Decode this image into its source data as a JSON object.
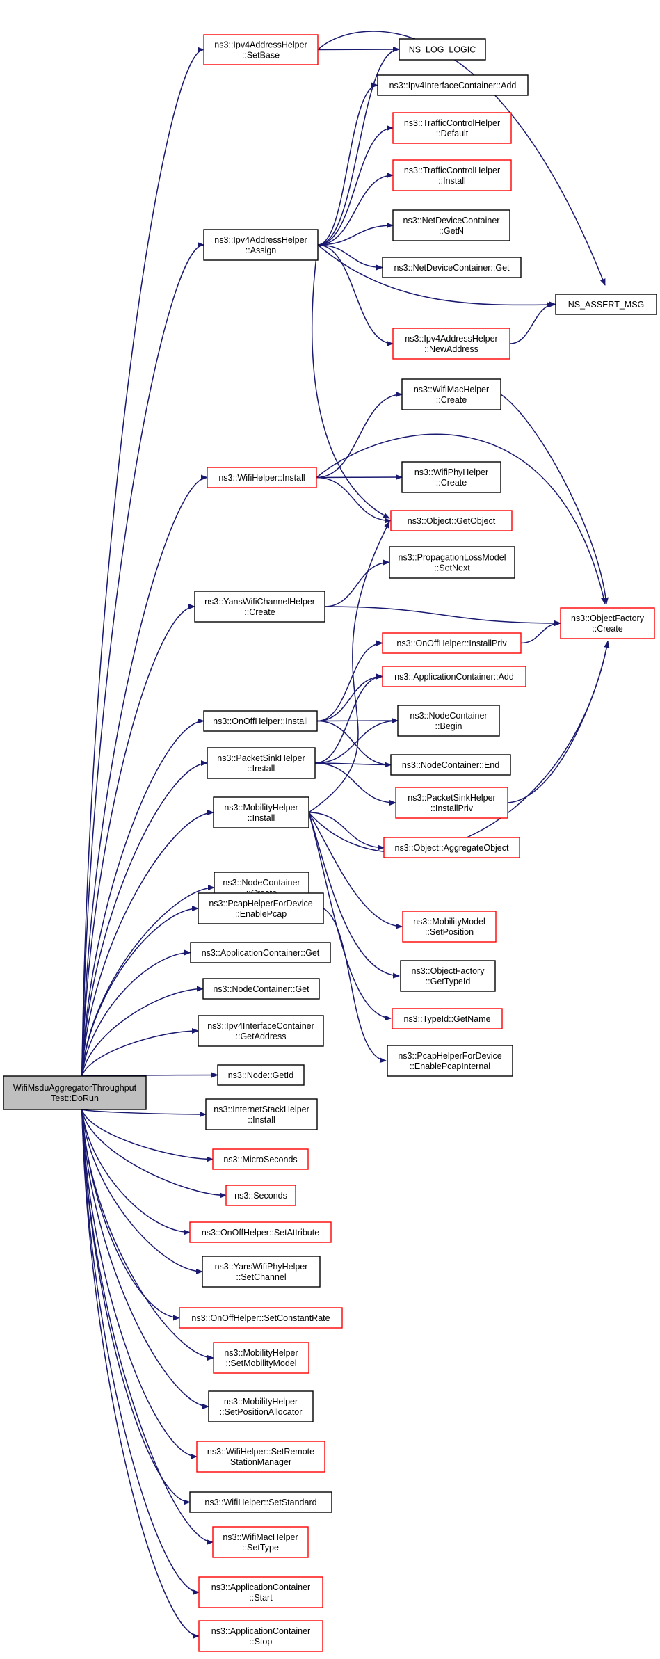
{
  "colors": {
    "edge": "#191970",
    "node_border_black": "#000000",
    "node_border_red": "#ff0000",
    "root_fill": "#bfbfbf",
    "node_fill": "#ffffff"
  },
  "root": {
    "lines": [
      "WifiMsduAggregatorThroughput",
      "Test::DoRun"
    ]
  },
  "nodes": [
    {
      "id": "ipv4_setbase",
      "lines": [
        "ns3::Ipv4AddressHelper",
        "::SetBase"
      ],
      "border": "red"
    },
    {
      "id": "ns_log_logic",
      "lines": [
        "NS_LOG_LOGIC"
      ],
      "border": "black"
    },
    {
      "id": "ipv4ic_add",
      "lines": [
        "ns3::Ipv4InterfaceContainer::Add"
      ],
      "border": "black"
    },
    {
      "id": "tch_default",
      "lines": [
        "ns3::TrafficControlHelper",
        "::Default"
      ],
      "border": "red"
    },
    {
      "id": "tch_install",
      "lines": [
        "ns3::TrafficControlHelper",
        "::Install"
      ],
      "border": "red"
    },
    {
      "id": "ipv4_assign",
      "lines": [
        "ns3::Ipv4AddressHelper",
        "::Assign"
      ],
      "border": "black"
    },
    {
      "id": "ndc_getn",
      "lines": [
        "ns3::NetDeviceContainer",
        "::GetN"
      ],
      "border": "black"
    },
    {
      "id": "ndc_get",
      "lines": [
        "ns3::NetDeviceContainer::Get"
      ],
      "border": "black"
    },
    {
      "id": "ns_assert_msg",
      "lines": [
        "NS_ASSERT_MSG"
      ],
      "border": "black"
    },
    {
      "id": "ipv4_newaddress",
      "lines": [
        "ns3::Ipv4AddressHelper",
        "::NewAddress"
      ],
      "border": "red"
    },
    {
      "id": "wifimac_create",
      "lines": [
        "ns3::WifiMacHelper",
        "::Create"
      ],
      "border": "black"
    },
    {
      "id": "wifihelper_install",
      "lines": [
        "ns3::WifiHelper::Install"
      ],
      "border": "red"
    },
    {
      "id": "wifiphy_create",
      "lines": [
        "ns3::WifiPhyHelper",
        "::Create"
      ],
      "border": "black"
    },
    {
      "id": "object_getobject",
      "lines": [
        "ns3::Object::GetObject"
      ],
      "border": "red"
    },
    {
      "id": "proploss_setnext",
      "lines": [
        "ns3::PropagationLossModel",
        "::SetNext"
      ],
      "border": "black"
    },
    {
      "id": "yanschannel_create",
      "lines": [
        "ns3::YansWifiChannelHelper",
        "::Create"
      ],
      "border": "black"
    },
    {
      "id": "objectfactory_create",
      "lines": [
        "ns3::ObjectFactory",
        "::Create"
      ],
      "border": "red"
    },
    {
      "id": "onoff_installpriv",
      "lines": [
        "ns3::OnOffHelper::InstallPriv"
      ],
      "border": "red"
    },
    {
      "id": "appcont_add",
      "lines": [
        "ns3::ApplicationContainer::Add"
      ],
      "border": "red"
    },
    {
      "id": "onoff_install",
      "lines": [
        "ns3::OnOffHelper::Install"
      ],
      "border": "black"
    },
    {
      "id": "nodecont_begin",
      "lines": [
        "ns3::NodeContainer",
        "::Begin"
      ],
      "border": "black"
    },
    {
      "id": "packetsink_install",
      "lines": [
        "ns3::PacketSinkHelper",
        "::Install"
      ],
      "border": "black"
    },
    {
      "id": "nodecont_end",
      "lines": [
        "ns3::NodeContainer::End"
      ],
      "border": "black"
    },
    {
      "id": "mobility_install",
      "lines": [
        "ns3::MobilityHelper",
        "::Install"
      ],
      "border": "black"
    },
    {
      "id": "packetsink_installpriv",
      "lines": [
        "ns3::PacketSinkHelper",
        "::InstallPriv"
      ],
      "border": "red"
    },
    {
      "id": "object_aggregate",
      "lines": [
        "ns3::Object::AggregateObject"
      ],
      "border": "red"
    },
    {
      "id": "nodecont_create",
      "lines": [
        "ns3::NodeContainer",
        "::Create"
      ],
      "border": "black"
    },
    {
      "id": "pcap_enablepcap",
      "lines": [
        "ns3::PcapHelperForDevice",
        "::EnablePcap"
      ],
      "border": "black"
    },
    {
      "id": "mobmodel_setpos",
      "lines": [
        "ns3::MobilityModel",
        "::SetPosition"
      ],
      "border": "red"
    },
    {
      "id": "appcont_get",
      "lines": [
        "ns3::ApplicationContainer::Get"
      ],
      "border": "black"
    },
    {
      "id": "objfactory_gettypeid",
      "lines": [
        "ns3::ObjectFactory",
        "::GetTypeId"
      ],
      "border": "black"
    },
    {
      "id": "nodecont_get",
      "lines": [
        "ns3::NodeContainer::Get"
      ],
      "border": "black"
    },
    {
      "id": "typeid_getname",
      "lines": [
        "ns3::TypeId::GetName"
      ],
      "border": "red"
    },
    {
      "id": "ipv4ic_getaddress",
      "lines": [
        "ns3::Ipv4InterfaceContainer",
        "::GetAddress"
      ],
      "border": "black"
    },
    {
      "id": "pcap_enableinternal",
      "lines": [
        "ns3::PcapHelperForDevice",
        "::EnablePcapInternal"
      ],
      "border": "black"
    },
    {
      "id": "node_getid",
      "lines": [
        "ns3::Node::GetId"
      ],
      "border": "black"
    },
    {
      "id": "internetstack_install",
      "lines": [
        "ns3::InternetStackHelper",
        "::Install"
      ],
      "border": "black"
    },
    {
      "id": "microseconds",
      "lines": [
        "ns3::MicroSeconds"
      ],
      "border": "red"
    },
    {
      "id": "seconds",
      "lines": [
        "ns3::Seconds"
      ],
      "border": "red"
    },
    {
      "id": "onoff_setattribute",
      "lines": [
        "ns3::OnOffHelper::SetAttribute"
      ],
      "border": "red"
    },
    {
      "id": "yansphy_setchannel",
      "lines": [
        "ns3::YansWifiPhyHelper",
        "::SetChannel"
      ],
      "border": "black"
    },
    {
      "id": "onoff_setconstantrate",
      "lines": [
        "ns3::OnOffHelper::SetConstantRate"
      ],
      "border": "red"
    },
    {
      "id": "mobility_setmobmodel",
      "lines": [
        "ns3::MobilityHelper",
        "::SetMobilityModel"
      ],
      "border": "red"
    },
    {
      "id": "mobility_setposalloc",
      "lines": [
        "ns3::MobilityHelper",
        "::SetPositionAllocator"
      ],
      "border": "black"
    },
    {
      "id": "wifihelper_setremote",
      "lines": [
        "ns3::WifiHelper::SetRemote",
        "StationManager"
      ],
      "border": "red"
    },
    {
      "id": "wifihelper_setstandard",
      "lines": [
        "ns3::WifiHelper::SetStandard"
      ],
      "border": "black"
    },
    {
      "id": "wifimac_settype",
      "lines": [
        "ns3::WifiMacHelper",
        "::SetType"
      ],
      "border": "red"
    },
    {
      "id": "appcont_start",
      "lines": [
        "ns3::ApplicationContainer",
        "::Start"
      ],
      "border": "red"
    },
    {
      "id": "appcont_stop",
      "lines": [
        "ns3::ApplicationContainer",
        "::Stop"
      ],
      "border": "red"
    }
  ],
  "edges": [
    [
      "root",
      "ipv4_setbase"
    ],
    [
      "root",
      "ipv4_assign"
    ],
    [
      "root",
      "wifihelper_install"
    ],
    [
      "root",
      "yanschannel_create"
    ],
    [
      "root",
      "onoff_install"
    ],
    [
      "root",
      "packetsink_install"
    ],
    [
      "root",
      "mobility_install"
    ],
    [
      "root",
      "nodecont_create"
    ],
    [
      "root",
      "pcap_enablepcap"
    ],
    [
      "root",
      "appcont_get"
    ],
    [
      "root",
      "nodecont_get"
    ],
    [
      "root",
      "ipv4ic_getaddress"
    ],
    [
      "root",
      "node_getid"
    ],
    [
      "root",
      "internetstack_install"
    ],
    [
      "root",
      "microseconds"
    ],
    [
      "root",
      "seconds"
    ],
    [
      "root",
      "onoff_setattribute"
    ],
    [
      "root",
      "yansphy_setchannel"
    ],
    [
      "root",
      "onoff_setconstantrate"
    ],
    [
      "root",
      "mobility_setmobmodel"
    ],
    [
      "root",
      "mobility_setposalloc"
    ],
    [
      "root",
      "wifihelper_setremote"
    ],
    [
      "root",
      "wifihelper_setstandard"
    ],
    [
      "root",
      "wifimac_settype"
    ],
    [
      "root",
      "appcont_start"
    ],
    [
      "root",
      "appcont_stop"
    ],
    [
      "ipv4_setbase",
      "ns_log_logic"
    ],
    [
      "ipv4_setbase",
      "ns_assert_msg"
    ],
    [
      "ipv4_assign",
      "ns_log_logic"
    ],
    [
      "ipv4_assign",
      "ipv4ic_add"
    ],
    [
      "ipv4_assign",
      "tch_default"
    ],
    [
      "ipv4_assign",
      "tch_install"
    ],
    [
      "ipv4_assign",
      "ndc_getn"
    ],
    [
      "ipv4_assign",
      "ndc_get"
    ],
    [
      "ipv4_assign",
      "ns_assert_msg"
    ],
    [
      "ipv4_assign",
      "ipv4_newaddress"
    ],
    [
      "ipv4_assign",
      "object_getobject"
    ],
    [
      "ipv4_newaddress",
      "ns_assert_msg"
    ],
    [
      "wifihelper_install",
      "wifimac_create"
    ],
    [
      "wifihelper_install",
      "wifiphy_create"
    ],
    [
      "wifihelper_install",
      "object_getobject"
    ],
    [
      "wifihelper_install",
      "objectfactory_create"
    ],
    [
      "wifimac_create",
      "objectfactory_create"
    ],
    [
      "yanschannel_create",
      "proploss_setnext"
    ],
    [
      "yanschannel_create",
      "objectfactory_create"
    ],
    [
      "onoff_install",
      "onoff_installpriv"
    ],
    [
      "onoff_install",
      "appcont_add"
    ],
    [
      "onoff_install",
      "nodecont_begin"
    ],
    [
      "onoff_install",
      "nodecont_end"
    ],
    [
      "onoff_installpriv",
      "objectfactory_create"
    ],
    [
      "packetsink_install",
      "appcont_add"
    ],
    [
      "packetsink_install",
      "nodecont_begin"
    ],
    [
      "packetsink_install",
      "nodecont_end"
    ],
    [
      "packetsink_install",
      "packetsink_installpriv"
    ],
    [
      "packetsink_installpriv",
      "objectfactory_create"
    ],
    [
      "mobility_install",
      "object_getobject"
    ],
    [
      "mobility_install",
      "object_aggregate"
    ],
    [
      "mobility_install",
      "objectfactory_create"
    ],
    [
      "mobility_install",
      "mobmodel_setpos"
    ],
    [
      "mobility_install",
      "objfactory_gettypeid"
    ],
    [
      "mobility_install",
      "typeid_getname"
    ],
    [
      "pcap_enablepcap",
      "pcap_enableinternal"
    ]
  ]
}
